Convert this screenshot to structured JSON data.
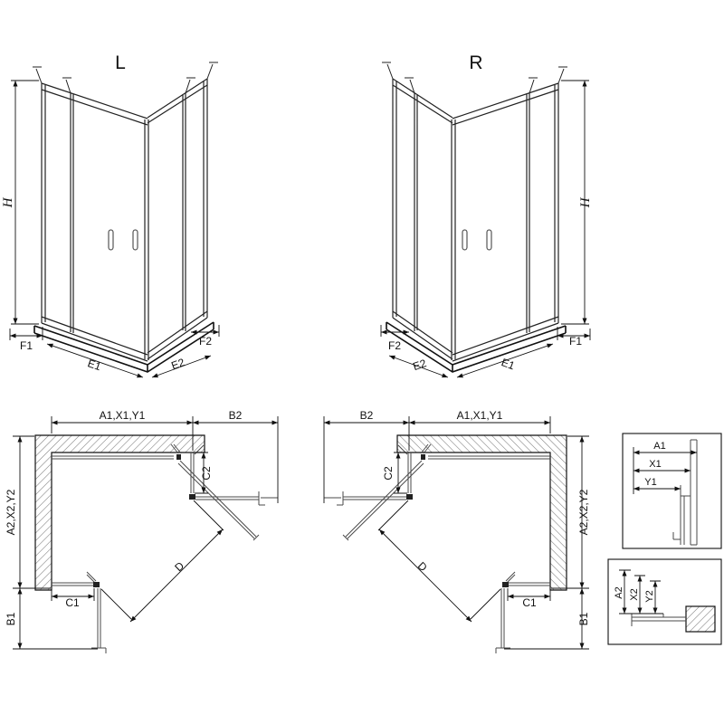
{
  "colors": {
    "line": "#1a1a1a",
    "glass": "#4a4a4a",
    "hatch": "#777777",
    "background": "#ffffff"
  },
  "views": {
    "iso_left": {
      "title": "L",
      "height_dim": "H",
      "bottom_dims": [
        "F1",
        "E1",
        "E2",
        "F2"
      ]
    },
    "iso_right": {
      "title": "R",
      "height_dim": "H",
      "bottom_dims": [
        "F2",
        "E2",
        "E1",
        "F1"
      ]
    },
    "plan_left": {
      "top_dims": [
        "A1,X1,Y1",
        "B2"
      ],
      "left_dims": [
        "A2,X2,Y2",
        "B1"
      ],
      "panel_dims": {
        "c2": "C2",
        "c1": "C1",
        "diagonal": "D"
      }
    },
    "plan_right": {
      "top_dims": [
        "B2",
        "A1,X1,Y1"
      ],
      "right_dims": [
        "A2,X2,Y2",
        "B1"
      ],
      "panel_dims": {
        "c2": "C2",
        "c1": "C1",
        "diagonal": "D"
      }
    },
    "detail_profile_top": {
      "dims": [
        "A1",
        "X1",
        "Y1"
      ]
    },
    "detail_profile_bottom": {
      "dims": [
        "A2",
        "X2",
        "Y2"
      ]
    }
  }
}
